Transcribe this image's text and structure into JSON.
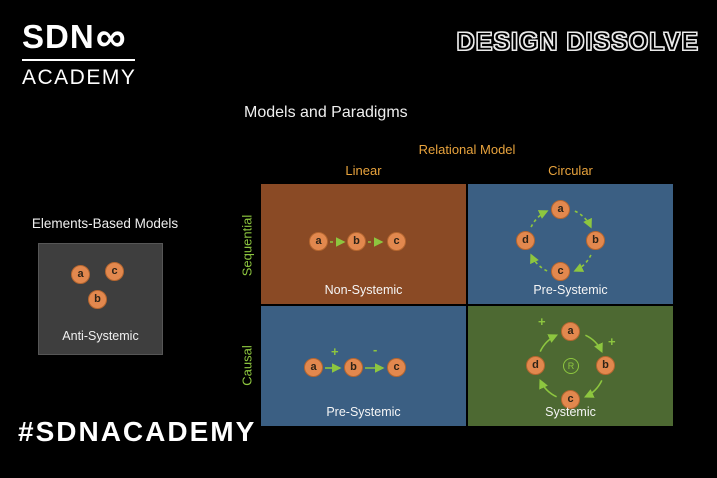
{
  "brand": {
    "logo_main": "SDN",
    "logo_infinity": "∞",
    "logo_sub": "ACADEMY",
    "right_title": "DESIGN DISSOLVE"
  },
  "page": {
    "title": "Models and Paradigms",
    "hashtag": "#SDNACADEMY"
  },
  "left_panel": {
    "heading": "Elements-Based Models",
    "nodes": [
      "a",
      "c",
      "b"
    ],
    "caption": "Anti-Systemic"
  },
  "matrix": {
    "top_label": "Relational Model",
    "columns": [
      "Linear",
      "Circular"
    ],
    "rows": [
      "Sequential",
      "Causal"
    ],
    "q1": {
      "caption": "Non-Systemic",
      "nodes": [
        "a",
        "b",
        "c"
      ]
    },
    "q2": {
      "caption": "Pre-Systemic",
      "nodes": [
        "a",
        "b",
        "c",
        "d"
      ]
    },
    "q3": {
      "caption": "Pre-Systemic",
      "nodes": [
        "a",
        "b",
        "c"
      ],
      "signs": [
        "+",
        "-"
      ]
    },
    "q4": {
      "caption": "Systemic",
      "nodes": [
        "a",
        "b",
        "c",
        "d"
      ],
      "signs": [
        "+",
        "+"
      ],
      "loop_label": "R"
    }
  },
  "colors": {
    "background": "#000000",
    "label_orange": "#e8a33d",
    "label_green": "#8dc63f",
    "arrow_green": "#8dc63f",
    "node_fill": "#e2884e",
    "quad_non_systemic": "#8a4a25",
    "quad_blue": "#3b5f83",
    "quad_systemic": "#4d6932",
    "elements_box": "#3e3e3e",
    "text_white": "#ffffff"
  }
}
